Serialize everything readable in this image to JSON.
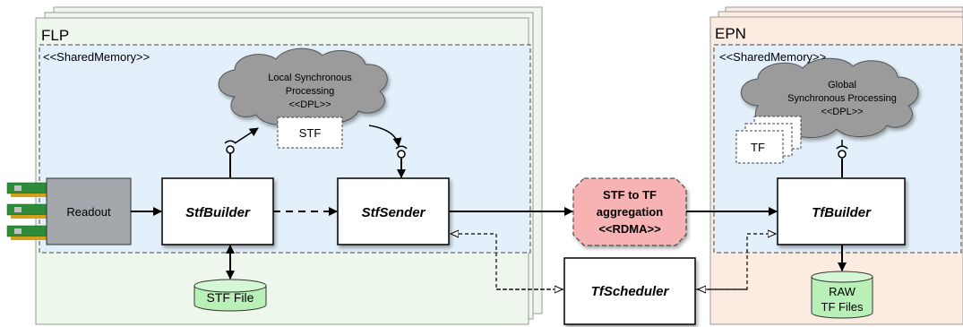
{
  "flp": {
    "title": "FLP",
    "shm_label": "<<SharedMemory>>"
  },
  "epn": {
    "title": "EPN",
    "shm_label": "<<SharedMemory>>"
  },
  "local_cloud": {
    "line1": "Local Synchronous",
    "line2": "Processing",
    "line3": "<<DPL>>"
  },
  "global_cloud": {
    "line1": "Global",
    "line2": "Synchronous Processing",
    "line3": "<<DPL>>"
  },
  "stf_box": "STF",
  "tf_box": "TF",
  "readout": "Readout",
  "stf_builder": "StfBuilder",
  "stf_sender": "StfSender",
  "aggregation": {
    "line1": "STF to TF",
    "line2": "aggregation",
    "line3": "<<RDMA>>"
  },
  "tf_builder": "TfBuilder",
  "tf_scheduler": "TfScheduler",
  "stf_file": "STF File",
  "raw_files": {
    "line1": "RAW",
    "line2": "TF Files"
  },
  "colors": {
    "flp_fill": "#eef7ec",
    "epn_fill": "#fbebe0",
    "shm_fill": "#e3f0fb",
    "cloud_fill": "#9b9b9b",
    "aggregation_fill": "#f7b3b3",
    "storage_fill": "#b8f0b8",
    "readout_fill": "#a3a7ab"
  }
}
